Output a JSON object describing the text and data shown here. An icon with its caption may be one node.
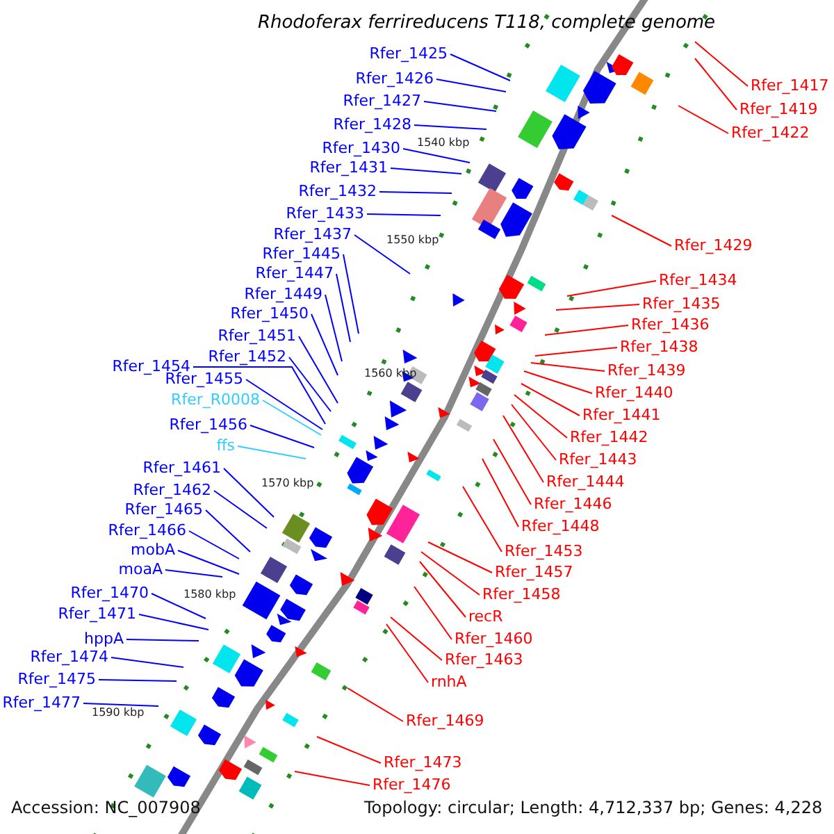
{
  "diagram": {
    "title": "Rhodoferax ferrireducens T118, complete genome",
    "nodes": [
      {
        "text": [
          "Rfer_1425"
        ]
      },
      {
        "text": [
          "Rfer_1426"
        ]
      },
      {
        "text": [
          "Rfer_1427"
        ]
      },
      {
        "text": [
          "Rfer_1428"
        ]
      },
      {
        "text": [
          "Rfer_1430"
        ]
      },
      {
        "text": [
          "Rfer_1431"
        ]
      },
      {
        "text": [
          "Rfer_1432"
        ]
      },
      {
        "text": [
          "Rfer_1433"
        ]
      },
      {
        "text": [
          "Rfer_1437"
        ]
      },
      {
        "text": [
          "Rfer_1445"
        ]
      },
      {
        "text": [
          "Rfer_1447"
        ]
      },
      {
        "text": [
          "Rfer_1449"
        ]
      },
      {
        "text": [
          "Rfer_1450"
        ]
      },
      {
        "text": [
          "Rfer_1451"
        ]
      },
      {
        "text": [
          "Rfer_1452"
        ]
      },
      {
        "text": [
          "Rfer_1454"
        ]
      },
      {
        "text": [
          "Rfer_1455"
        ]
      },
      {
        "text": [
          "Rfer_R0008"
        ]
      },
      {
        "text": [
          "Rfer_1456"
        ]
      },
      {
        "text": [
          "ffs"
        ]
      },
      {
        "text": [
          "Rfer_1461"
        ]
      },
      {
        "text": [
          "Rfer_1462"
        ]
      },
      {
        "text": [
          "Rfer_1465"
        ]
      },
      {
        "text": [
          "Rfer_1466"
        ]
      },
      {
        "text": [
          "mobA"
        ]
      },
      {
        "text": [
          "moaA"
        ]
      },
      {
        "text": [
          "Rfer_1470"
        ]
      },
      {
        "text": [
          "Rfer_1471"
        ]
      },
      {
        "text": [
          "hppA"
        ]
      },
      {
        "text": [
          "Rfer_1474"
        ]
      },
      {
        "text": [
          "Rfer_1475"
        ]
      },
      {
        "text": [
          "Rfer_1477"
        ]
      },
      {
        "text": [
          "Rfer_1417"
        ]
      },
      {
        "text": [
          "Rfer_1419"
        ]
      },
      {
        "text": [
          "Rfer_1422"
        ]
      },
      {
        "text": [
          "Rfer_1429"
        ]
      },
      {
        "text": [
          "Rfer_1434"
        ]
      },
      {
        "text": [
          "Rfer_1435"
        ]
      },
      {
        "text": [
          "Rfer_1436"
        ]
      },
      {
        "text": [
          "Rfer_1438"
        ]
      },
      {
        "text": [
          "Rfer_1439"
        ]
      },
      {
        "text": [
          "Rfer_1440"
        ]
      },
      {
        "text": [
          "Rfer_1441"
        ]
      },
      {
        "text": [
          "Rfer_1442"
        ]
      },
      {
        "text": [
          "Rfer_1443"
        ]
      },
      {
        "text": [
          "Rfer_1444"
        ]
      },
      {
        "text": [
          "Rfer_1446"
        ]
      },
      {
        "text": [
          "Rfer_1448"
        ]
      },
      {
        "text": [
          "Rfer_1453"
        ]
      },
      {
        "text": [
          "Rfer_1457"
        ]
      },
      {
        "text": [
          "Rfer_1458"
        ]
      },
      {
        "text": [
          "recR"
        ]
      },
      {
        "text": [
          "Rfer_1460"
        ]
      },
      {
        "text": [
          "Rfer_1463"
        ]
      },
      {
        "text": [
          "rnhA"
        ]
      },
      {
        "text": [
          "Rfer_1469"
        ]
      },
      {
        "text": [
          "Rfer_1473"
        ]
      },
      {
        "text": [
          "Rfer_1476"
        ]
      }
    ],
    "edges": [
      {
        "from": 0,
        "to": null,
        "arrow": "none"
      },
      {
        "from": 1,
        "to": null,
        "arrow": "none"
      },
      {
        "from": 2,
        "to": null,
        "arrow": "none"
      },
      {
        "from": 3,
        "to": null,
        "arrow": "none"
      },
      {
        "from": 4,
        "to": null,
        "arrow": "none"
      },
      {
        "from": 5,
        "to": null,
        "arrow": "none"
      },
      {
        "from": 6,
        "to": null,
        "arrow": "none"
      },
      {
        "from": 7,
        "to": null,
        "arrow": "none"
      },
      {
        "from": 8,
        "to": null,
        "arrow": "none"
      },
      {
        "from": 9,
        "to": null,
        "arrow": "none"
      },
      {
        "from": 10,
        "to": null,
        "arrow": "none"
      },
      {
        "from": 11,
        "to": null,
        "arrow": "none"
      },
      {
        "from": 12,
        "to": null,
        "arrow": "none"
      },
      {
        "from": 13,
        "to": null,
        "arrow": "none"
      },
      {
        "from": 14,
        "to": null,
        "arrow": "none"
      },
      {
        "from": 15,
        "to": null,
        "arrow": "none"
      },
      {
        "from": 16,
        "to": null,
        "arrow": "none"
      },
      {
        "from": 17,
        "to": null,
        "arrow": "none",
        "color": "#33ccff"
      },
      {
        "from": 18,
        "to": null,
        "arrow": "none"
      },
      {
        "from": 19,
        "to": null,
        "arrow": "none",
        "color": "#33ccff"
      },
      {
        "from": 20,
        "to": null,
        "arrow": "none"
      },
      {
        "from": 21,
        "to": null,
        "arrow": "none"
      },
      {
        "from": 22,
        "to": null,
        "arrow": "none"
      },
      {
        "from": 23,
        "to": null,
        "arrow": "none"
      },
      {
        "from": 24,
        "to": null,
        "arrow": "none"
      },
      {
        "from": 25,
        "to": null,
        "arrow": "none"
      },
      {
        "from": 26,
        "to": null,
        "arrow": "none"
      },
      {
        "from": 27,
        "to": null,
        "arrow": "none"
      },
      {
        "from": 28,
        "to": null,
        "arrow": "none"
      },
      {
        "from": 29,
        "to": null,
        "arrow": "none"
      },
      {
        "from": 30,
        "to": null,
        "arrow": "none"
      },
      {
        "from": 31,
        "to": null,
        "arrow": "none"
      },
      {
        "from": 32,
        "to": null,
        "arrow": "none",
        "color": "#ff0000"
      },
      {
        "from": 33,
        "to": null,
        "arrow": "none",
        "color": "#ff0000"
      },
      {
        "from": 34,
        "to": null,
        "arrow": "none",
        "color": "#ff0000"
      },
      {
        "from": 35,
        "to": null,
        "arrow": "none",
        "color": "#ff0000"
      },
      {
        "from": 36,
        "to": null,
        "arrow": "none",
        "color": "#ff0000"
      },
      {
        "from": 37,
        "to": null,
        "arrow": "none",
        "color": "#ff0000"
      },
      {
        "from": 38,
        "to": null,
        "arrow": "none",
        "color": "#ff0000"
      },
      {
        "from": 39,
        "to": null,
        "arrow": "none",
        "color": "#ff0000"
      },
      {
        "from": 40,
        "to": null,
        "arrow": "none",
        "color": "#ff0000"
      },
      {
        "from": 41,
        "to": null,
        "arrow": "none",
        "color": "#ff0000"
      },
      {
        "from": 42,
        "to": null,
        "arrow": "none",
        "color": "#ff0000"
      },
      {
        "from": 43,
        "to": null,
        "arrow": "none",
        "color": "#ff0000"
      },
      {
        "from": 44,
        "to": null,
        "arrow": "none",
        "color": "#ff0000"
      },
      {
        "from": 45,
        "to": null,
        "arrow": "none",
        "color": "#ff0000"
      },
      {
        "from": 46,
        "to": null,
        "arrow": "none",
        "color": "#ff0000"
      },
      {
        "from": 47,
        "to": null,
        "arrow": "none",
        "color": "#ff0000"
      },
      {
        "from": 48,
        "to": null,
        "arrow": "none",
        "color": "#ff0000"
      },
      {
        "from": 49,
        "to": null,
        "arrow": "none",
        "color": "#ff0000"
      },
      {
        "from": 50,
        "to": null,
        "arrow": "none",
        "color": "#ff0000"
      },
      {
        "from": 51,
        "to": null,
        "arrow": "none",
        "color": "#ff0000"
      },
      {
        "from": 52,
        "to": null,
        "arrow": "none",
        "color": "#ff0000"
      },
      {
        "from": 53,
        "to": null,
        "arrow": "none",
        "color": "#ff0000"
      },
      {
        "from": 54,
        "to": null,
        "arrow": "none",
        "color": "#ff0000"
      },
      {
        "from": 55,
        "to": null,
        "arrow": "none",
        "color": "#ff0000"
      },
      {
        "from": 56,
        "to": null,
        "arrow": "none",
        "color": "#ff0000"
      },
      {
        "from": 57,
        "to": null,
        "arrow": "none",
        "color": "#ff0000"
      }
    ],
    "labels": [
      "1540 kbp",
      "1550 kbp",
      "1560 kbp",
      "1570 kbp",
      "1580 kbp",
      "1590 kbp",
      "Accession: NC_007908",
      "Topology: circular; Length: 4,712,337 bp; Genes: 4,228"
    ]
  }
}
